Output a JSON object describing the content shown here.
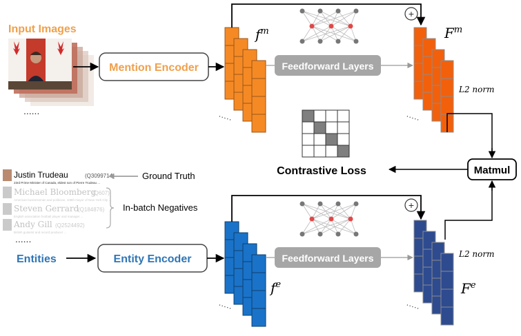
{
  "inputs": {
    "images_label": "Input Images",
    "entities_label": "Entities",
    "ellipsis": "......"
  },
  "encoders": {
    "mention": "Mention Encoder",
    "entity": "Entity Encoder"
  },
  "features": {
    "fm_base": "f",
    "fm_sup": "m",
    "Fm_base": "F",
    "Fm_sup": "m",
    "fe_base": "f",
    "fe_sup": "e",
    "Fe_base": "F",
    "Fe_sup": "e",
    "dots": "·····"
  },
  "ffn": {
    "top": "Feedforward Layers",
    "bottom": "Feedforward Layers"
  },
  "plus_symbol": "+",
  "norms": {
    "top": "L2 norm",
    "bottom": "L2 norm"
  },
  "matmul": "Matmul",
  "loss": "Contrastive Loss",
  "entity_list": [
    {
      "name": "Justin Trudeau",
      "qid": "(Q3099714)",
      "desc": "23rd Prime Minister of Canada, eldest son of Pierre Trudeau ..."
    },
    {
      "name": "Michael Bloomberg",
      "qid": "(Q607)",
      "desc": "American businessman and politician, 108th mayor of New York City ..."
    },
    {
      "name": "Steven Gerrard",
      "qid": "(Q184876)",
      "desc": "English association football player and manager ..."
    },
    {
      "name": "Andy Gill",
      "qid": "(Q2524492)",
      "desc": "British guitarist and record producer ..."
    }
  ],
  "annotations": {
    "ground_truth": "Ground Truth",
    "negatives": "In-batch Negatives"
  },
  "colors": {
    "orange": "#f58a25",
    "orange_title": "#f0a04b",
    "blue": "#1a73c8",
    "blue_title": "#2e75b6",
    "navy": "#2e4b8f",
    "ffn_gray": "#a6a6a6"
  }
}
